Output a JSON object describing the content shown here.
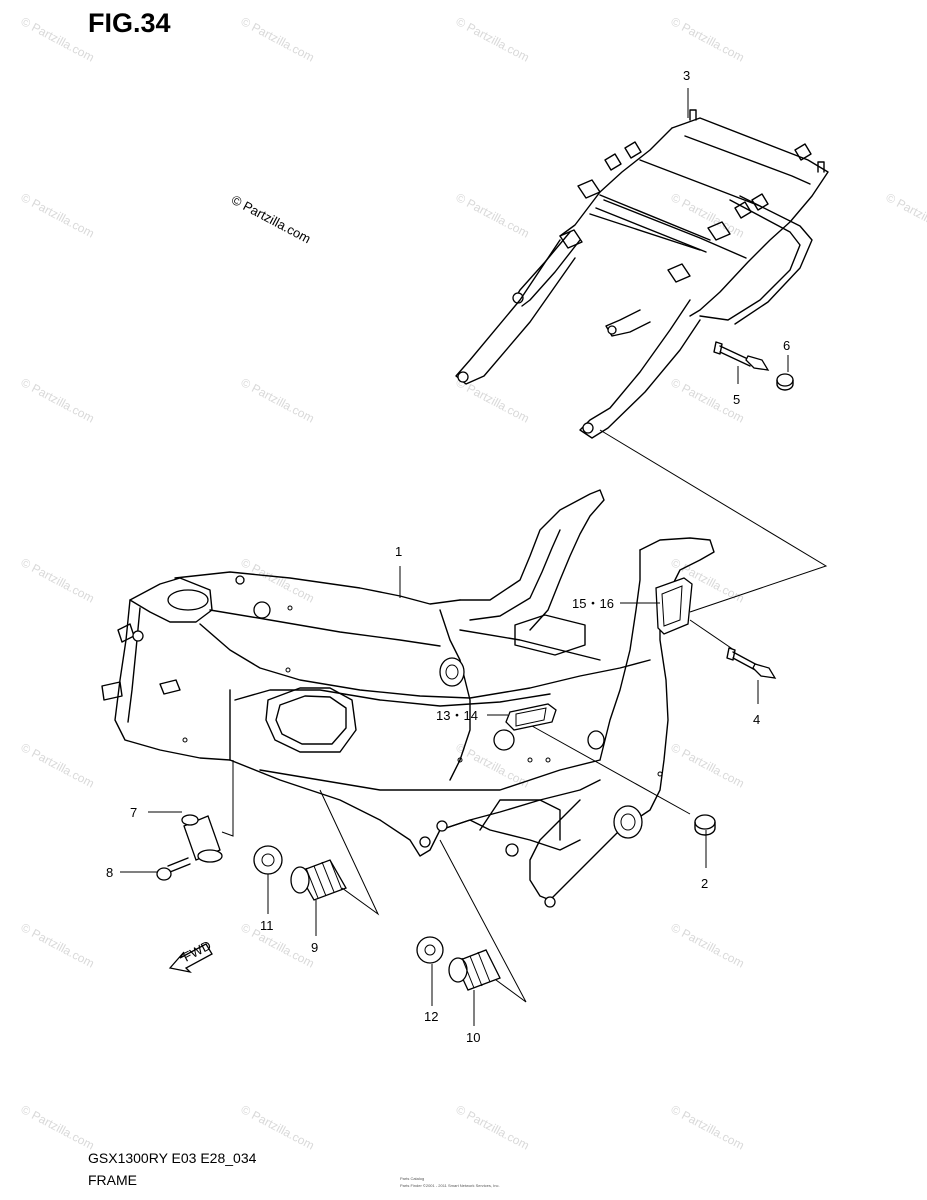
{
  "figure": {
    "title": "FIG.34",
    "model_code": "GSX1300RY E03 E28_034",
    "section_name": "FRAME",
    "copyright_text": "© Partzilla.com",
    "fine_print_1": "Parts Catalog",
    "fine_print_2": "Parts Finder ©2001 - 2011 Smart Network Services, Inc.",
    "watermark_text": "© Partzilla.com"
  },
  "callouts": [
    {
      "id": "1",
      "label": "1"
    },
    {
      "id": "2",
      "label": "2"
    },
    {
      "id": "3",
      "label": "3"
    },
    {
      "id": "4",
      "label": "4"
    },
    {
      "id": "5",
      "label": "5"
    },
    {
      "id": "6",
      "label": "6"
    },
    {
      "id": "7",
      "label": "7"
    },
    {
      "id": "8",
      "label": "8"
    },
    {
      "id": "9",
      "label": "9"
    },
    {
      "id": "10",
      "label": "10"
    },
    {
      "id": "11",
      "label": "11"
    },
    {
      "id": "12",
      "label": "12"
    },
    {
      "id": "13-14",
      "label": "13・14"
    },
    {
      "id": "15-16",
      "label": "15・16"
    }
  ],
  "fwd_label": "FWD"
}
